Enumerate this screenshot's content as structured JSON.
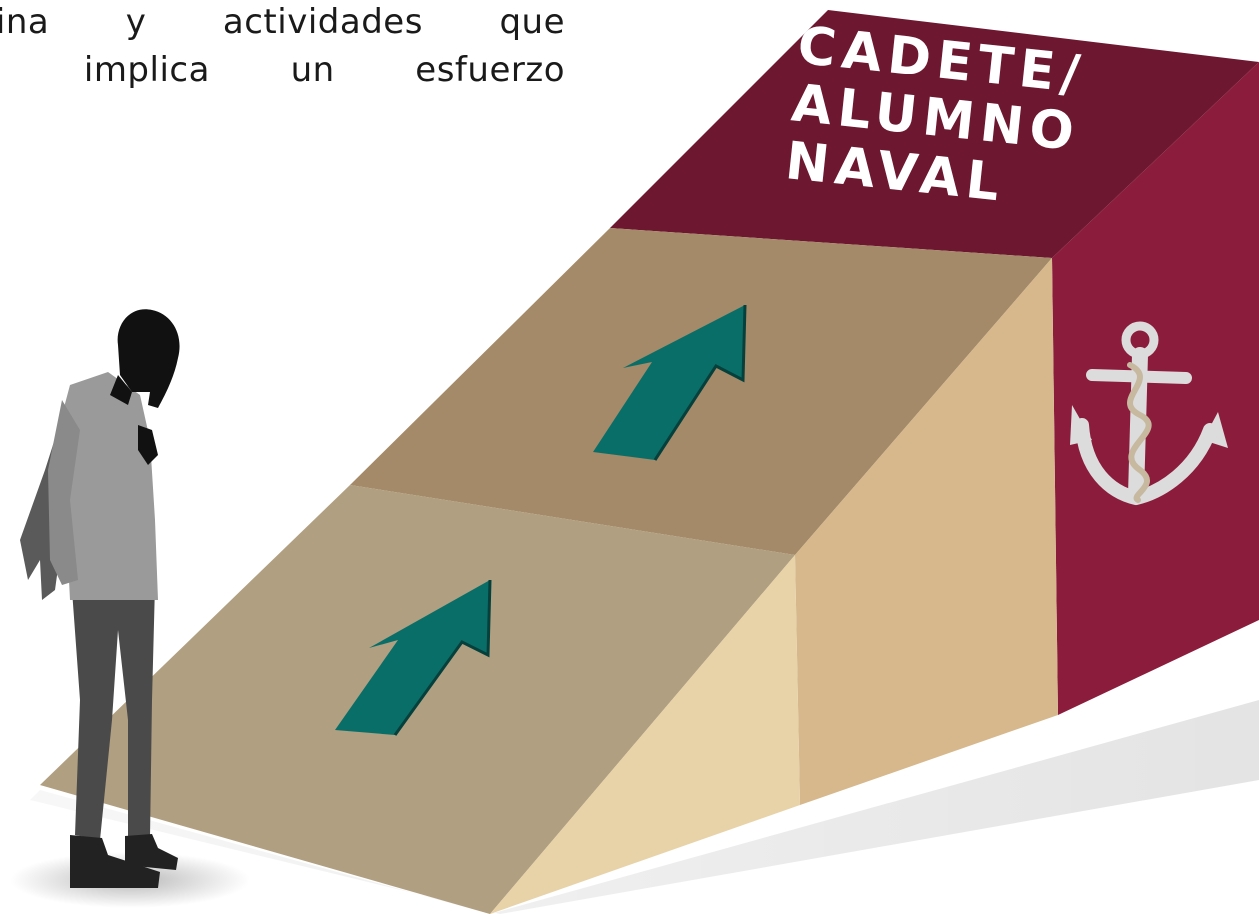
{
  "intro": {
    "lines": [
      "utina y actividades que",
      "al: implica un esfuerzo"
    ]
  },
  "ramp": {
    "top_label_lines": [
      "CADETE/",
      "ALUMNO",
      "NAVAL"
    ],
    "colors": {
      "top_face": "#6e1730",
      "right_face": "#8b1c3c",
      "upper_slope": "#a48a68",
      "lower_slope": "#b09f80",
      "light_side": "#d6b88c",
      "lower_light_side": "#e8d3a8",
      "arrow": "#0a6e68",
      "anchor": "#dcdcdc",
      "label_text": "#ffffff"
    },
    "icons": [
      "up-arrow-icon",
      "up-arrow-icon",
      "anchor-icon"
    ]
  },
  "figure": {
    "icon": "standing-man-silhouette-icon"
  }
}
